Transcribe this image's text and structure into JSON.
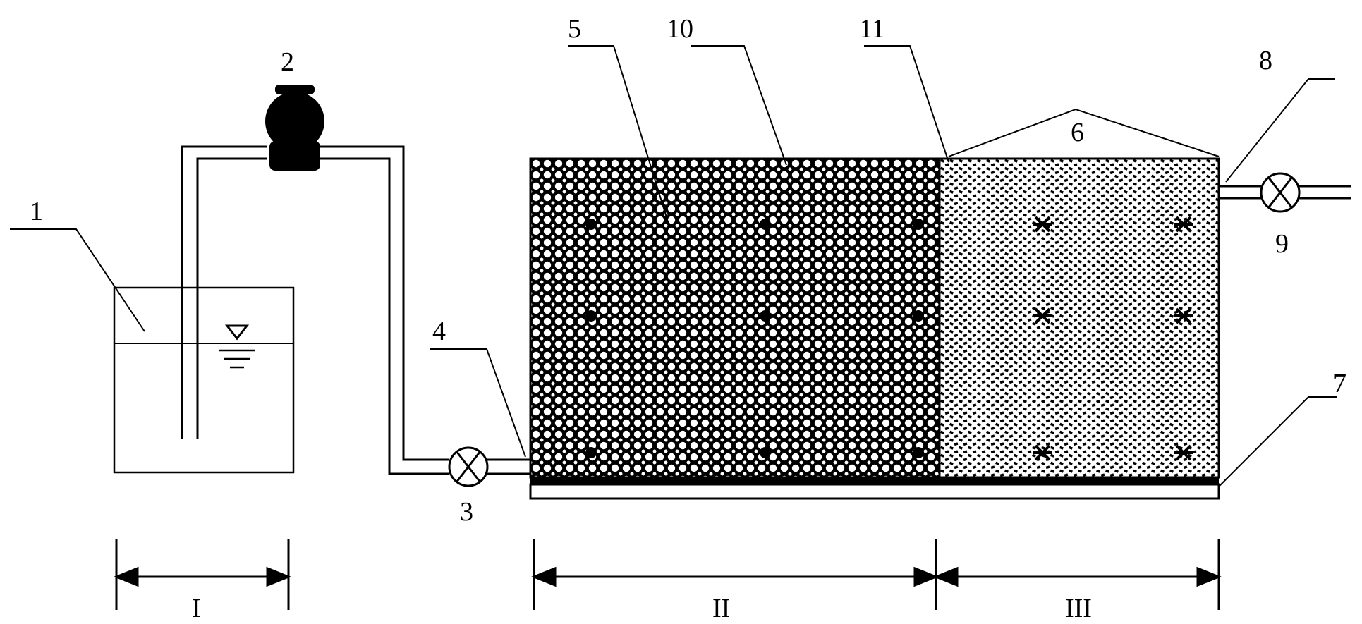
{
  "labels": {
    "n1": "1",
    "n2": "2",
    "n3": "3",
    "n4": "4",
    "n5": "5",
    "n6": "6",
    "n7": "7",
    "n8": "8",
    "n9": "9",
    "n10": "10",
    "n11": "11"
  },
  "zones": {
    "zone1": "I",
    "zone2": "II",
    "zone3": "III"
  },
  "colors": {
    "ink": "#000000",
    "background": "#ffffff"
  }
}
